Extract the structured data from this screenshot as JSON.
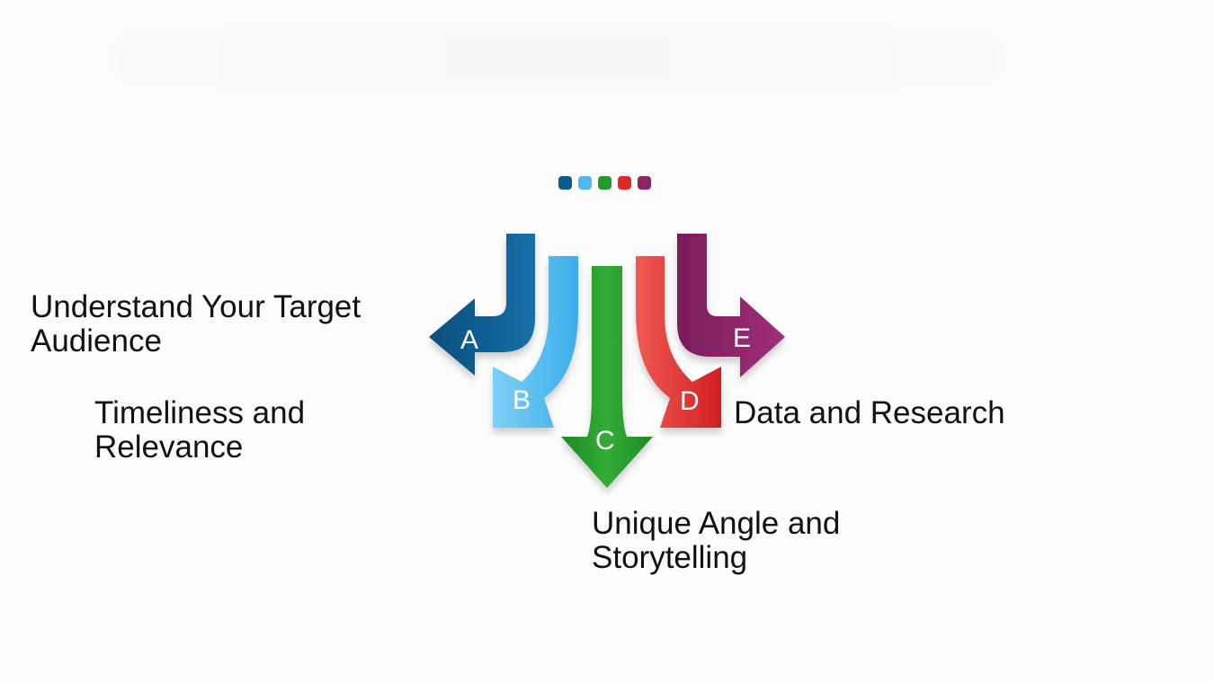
{
  "colors": {
    "a": "#0d5c8e",
    "b": "#4cb8ee",
    "c": "#259a2c",
    "d": "#dd2b28",
    "e": "#8c2567"
  },
  "arrows": [
    {
      "letter": "A"
    },
    {
      "letter": "B"
    },
    {
      "letter": "C"
    },
    {
      "letter": "D"
    },
    {
      "letter": "E"
    }
  ],
  "labels": {
    "a": [
      "Understand Your Target",
      "Audience"
    ],
    "b": [
      "Timeliness and",
      "Relevance"
    ],
    "c": [
      "Unique Angle and",
      "Storytelling"
    ],
    "d": [
      "Data and Research"
    ]
  }
}
